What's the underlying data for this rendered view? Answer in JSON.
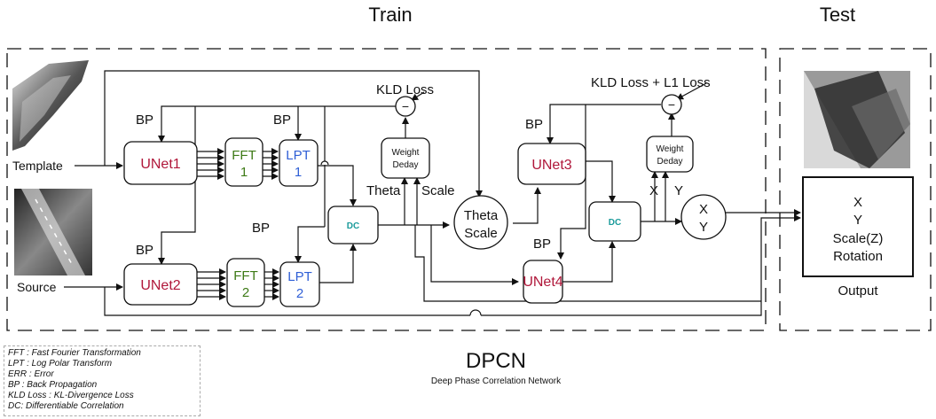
{
  "headings": {
    "train": "Train",
    "test": "Test"
  },
  "inputs": {
    "template": "Template",
    "source": "Source"
  },
  "blocks": {
    "unet1": "UNet1",
    "unet2": "UNet2",
    "unet3": "UNet3",
    "unet4": "UNet4",
    "fft1": [
      "FFT",
      "1"
    ],
    "fft2": [
      "FFT",
      "2"
    ],
    "lpt1": [
      "LPT",
      "1"
    ],
    "lpt2": [
      "LPT",
      "2"
    ],
    "dc": "DC",
    "weight_decay": [
      "Weight",
      "Deday"
    ],
    "theta_scale": [
      "Theta",
      "Scale"
    ],
    "xy": [
      "X",
      "Y"
    ],
    "minus": "−"
  },
  "labels": {
    "bp": "BP",
    "kld_loss": "KLD Loss",
    "kld_l1_loss": "KLD Loss + L1 Loss",
    "theta": "Theta",
    "scale": "Scale",
    "x": "X",
    "y": "Y"
  },
  "output": {
    "lines": [
      "X",
      "Y",
      "Scale(Z)",
      "Rotation"
    ],
    "caption": "Output"
  },
  "title": "DPCN",
  "subtitle": "Deep Phase Correlation Network",
  "legend": [
    "FFT : Fast Fourier Transformation",
    "LPT : Log Polar Transform",
    "ERR : Error",
    "BP : Back Propagation",
    "KLD Loss : KL-Divergence Loss",
    "DC: Differentiable Correlation"
  ],
  "colors": {
    "unet": "#b0173a",
    "fft": "#3d7a16",
    "lpt": "#2f5fd6",
    "dc": "#1b9b9b"
  }
}
